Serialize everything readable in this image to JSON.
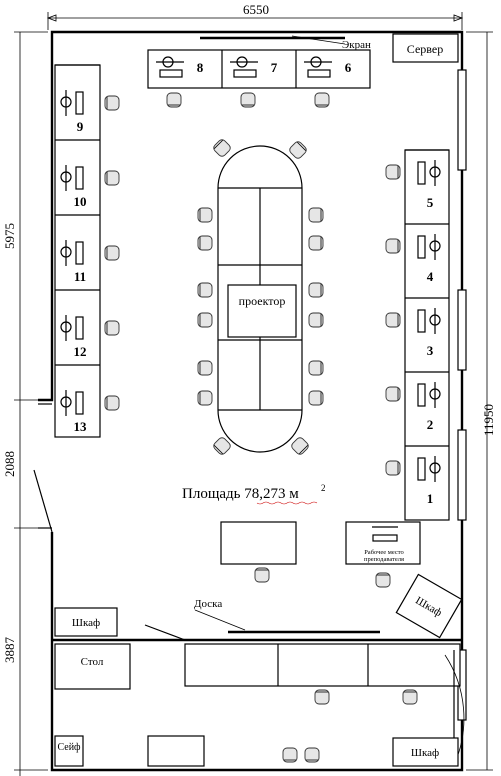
{
  "dimensions": {
    "width": "6550",
    "height_total": "11950",
    "left_top": "5975",
    "left_mid": "2088",
    "left_bottom": "3887"
  },
  "labels": {
    "screen": "Экран",
    "server": "Сервер",
    "projector": "проектор",
    "area_prefix": "Площадь 78,273 м",
    "area_sup": "2",
    "teacher_line1": "Рабочее место",
    "teacher_line2": "преподавателя",
    "board": "Доска",
    "cabinet_left": "Шкаф",
    "cabinet_right": "Шкаф",
    "cabinet_bottom": "Шкаф",
    "table": "Стол",
    "safe": "Сейф"
  },
  "workstations": {
    "top": [
      "8",
      "7",
      "6"
    ],
    "left": [
      "9",
      "10",
      "11",
      "12",
      "13"
    ],
    "right": [
      "5",
      "4",
      "3",
      "2",
      "1"
    ]
  }
}
